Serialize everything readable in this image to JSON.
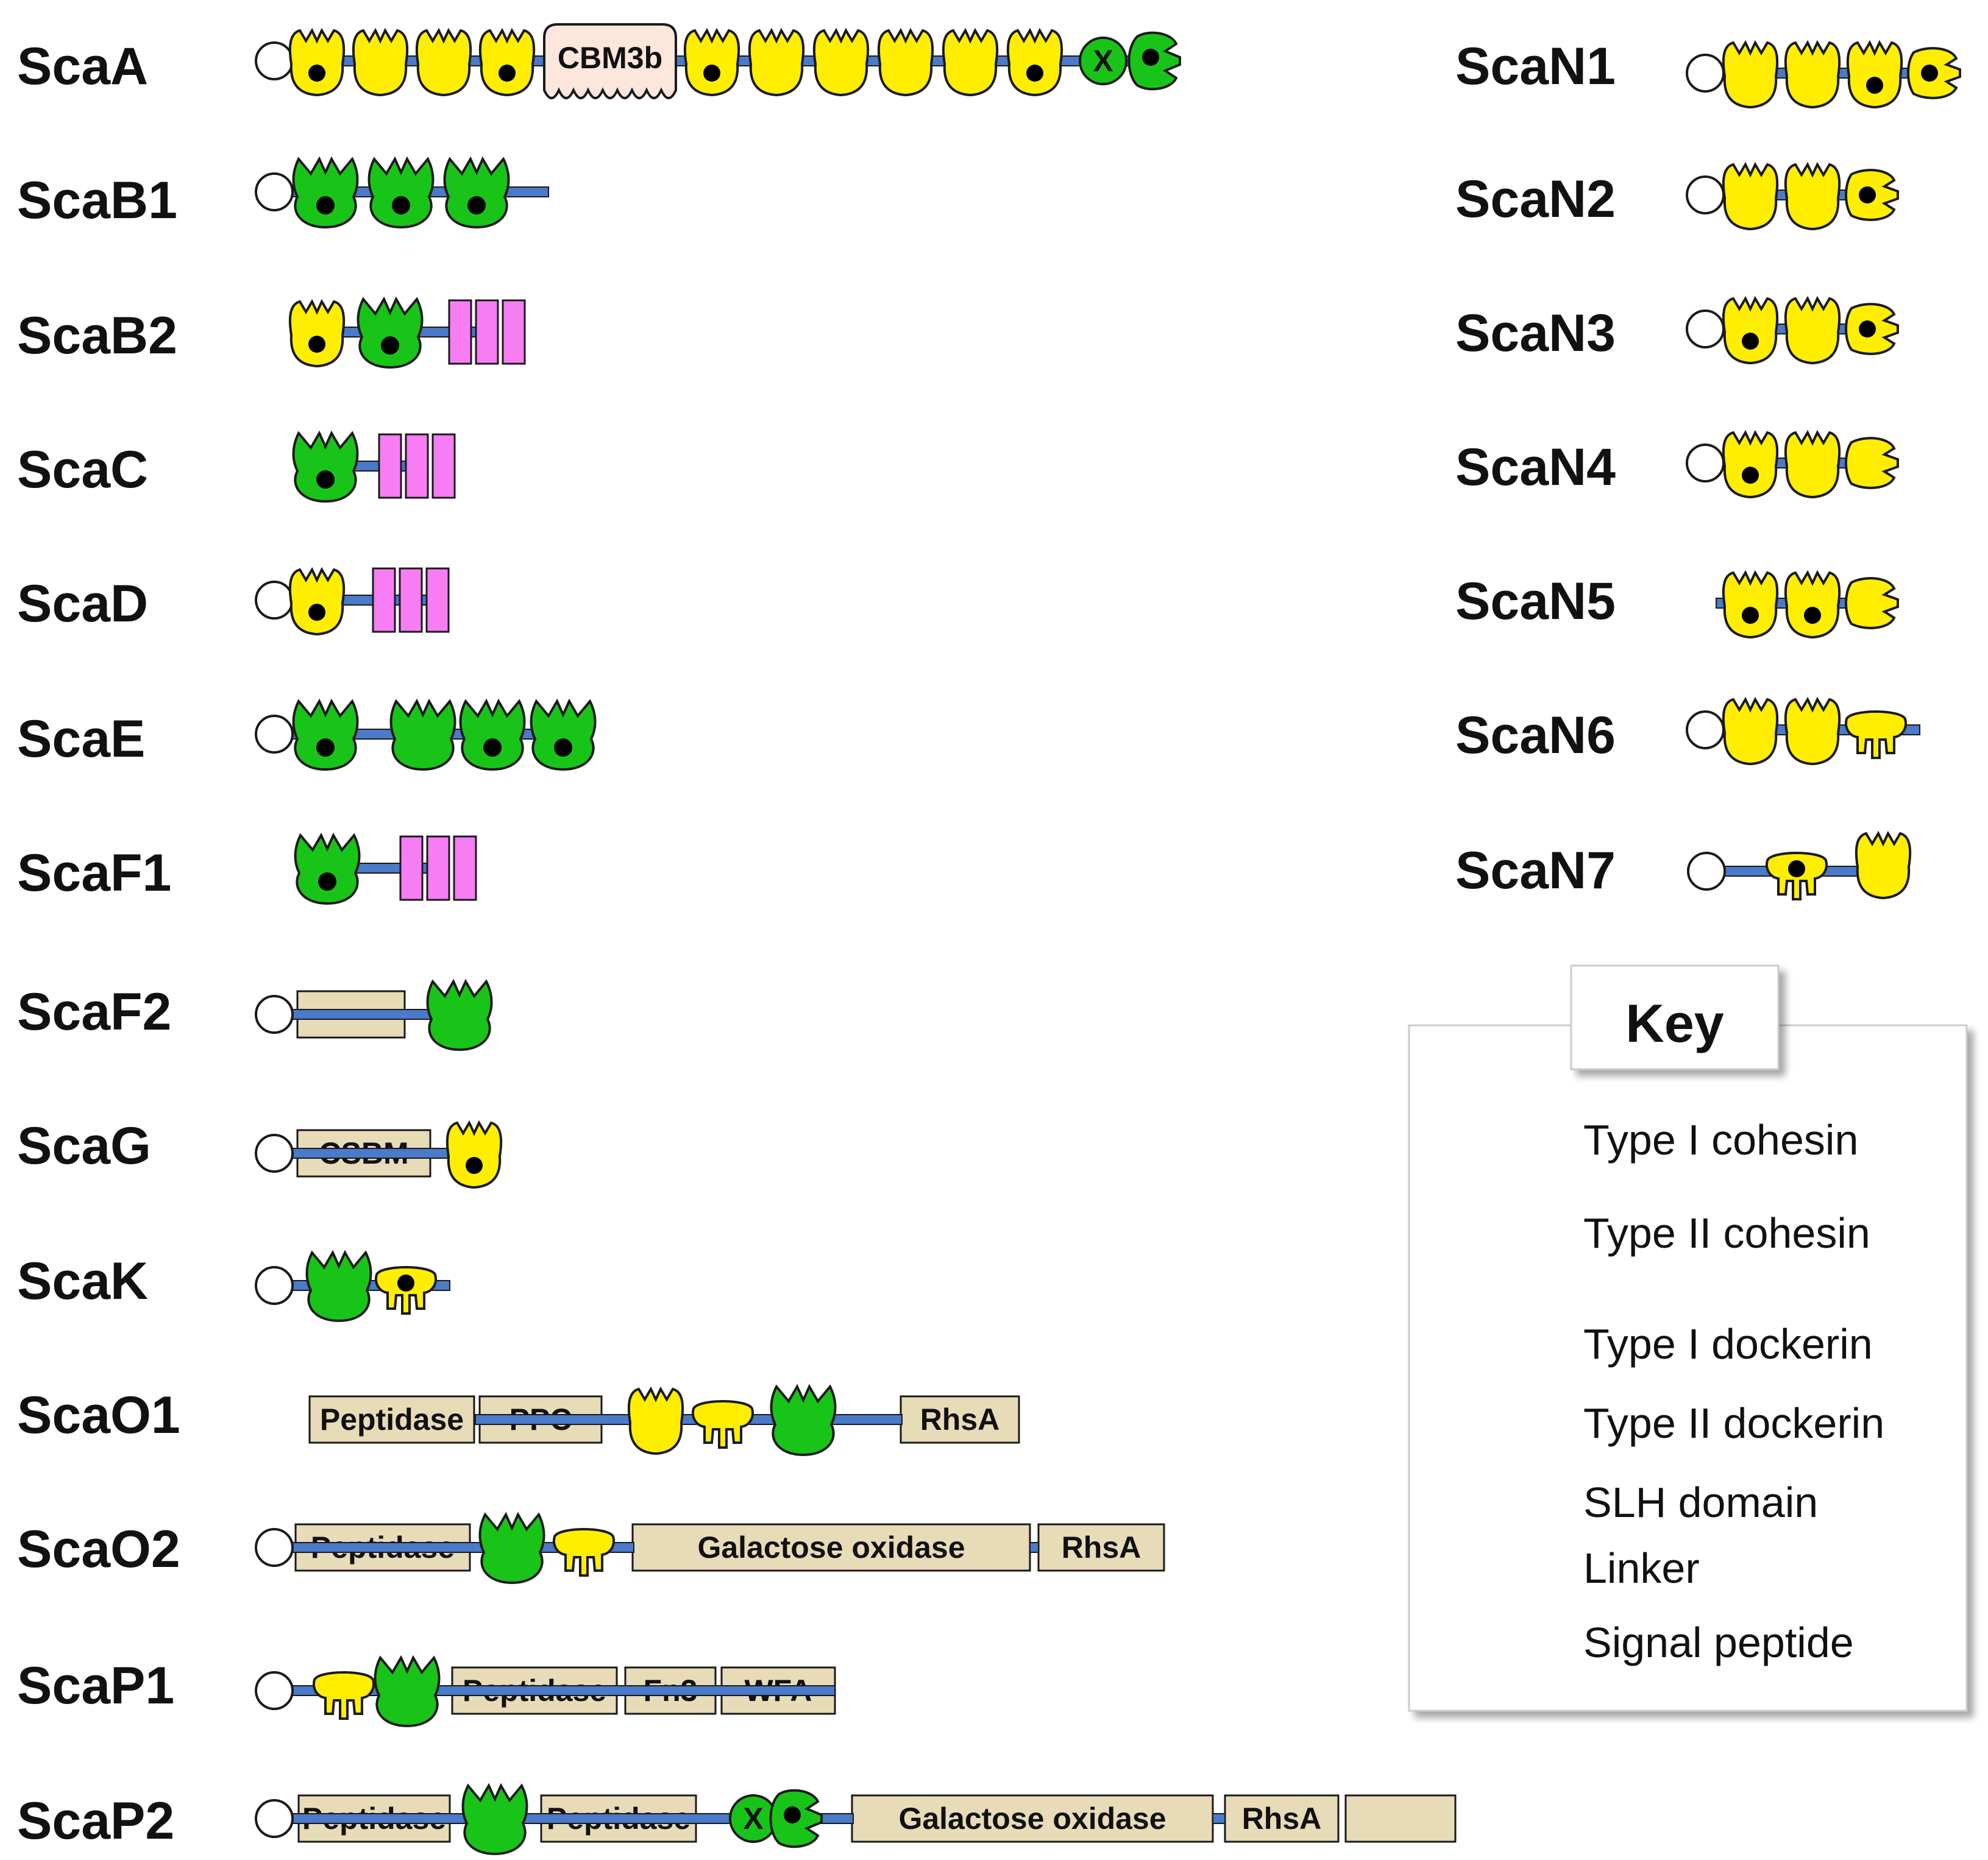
{
  "colors": {
    "linker": "#4a7ac9",
    "type1": "#ffee00",
    "type2": "#19c419",
    "slh": "#f77df5",
    "box": "#e8dbb8",
    "cbm": "#fde7dc",
    "outline": "#1a1a1a",
    "signal": "#ffffff"
  },
  "labels": {
    "ScaA": "ScaA",
    "ScaB1": "ScaB1",
    "ScaB2": "ScaB2",
    "ScaC": "ScaC",
    "ScaD": "ScaD",
    "ScaE": "ScaE",
    "ScaF1": "ScaF1",
    "ScaF2": "ScaF2",
    "ScaG": "ScaG",
    "ScaK": "ScaK",
    "ScaO1": "ScaO1",
    "ScaO2": "ScaO2",
    "ScaP1": "ScaP1",
    "ScaP2": "ScaP2",
    "ScaN1": "ScaN1",
    "ScaN2": "ScaN2",
    "ScaN3": "ScaN3",
    "ScaN4": "ScaN4",
    "ScaN5": "ScaN5",
    "ScaN6": "ScaN6",
    "ScaN7": "ScaN7"
  },
  "domains": {
    "cbm3b": "CBM3b",
    "x": "X",
    "csbm": "CSBM",
    "peptidase": "Peptidase",
    "ppc": "PPC",
    "rhsa": "RhsA",
    "galactose_oxidase": "Galactose oxidase",
    "fn3": "Fn3",
    "wfa": "WFA"
  },
  "key": {
    "title": "Key",
    "items": [
      {
        "symbol": "type1-cohesin",
        "label": "Type I cohesin"
      },
      {
        "symbol": "type2-cohesin",
        "label": "Type II cohesin"
      },
      {
        "symbol": "type1-dockerin",
        "label": "Type I dockerin"
      },
      {
        "symbol": "type2-dockerin",
        "label": "Type II dockerin"
      },
      {
        "symbol": "slh-domain",
        "label": "SLH domain"
      },
      {
        "symbol": "linker",
        "label": "Linker"
      },
      {
        "symbol": "signal-peptide",
        "label": "Signal peptide"
      }
    ]
  }
}
